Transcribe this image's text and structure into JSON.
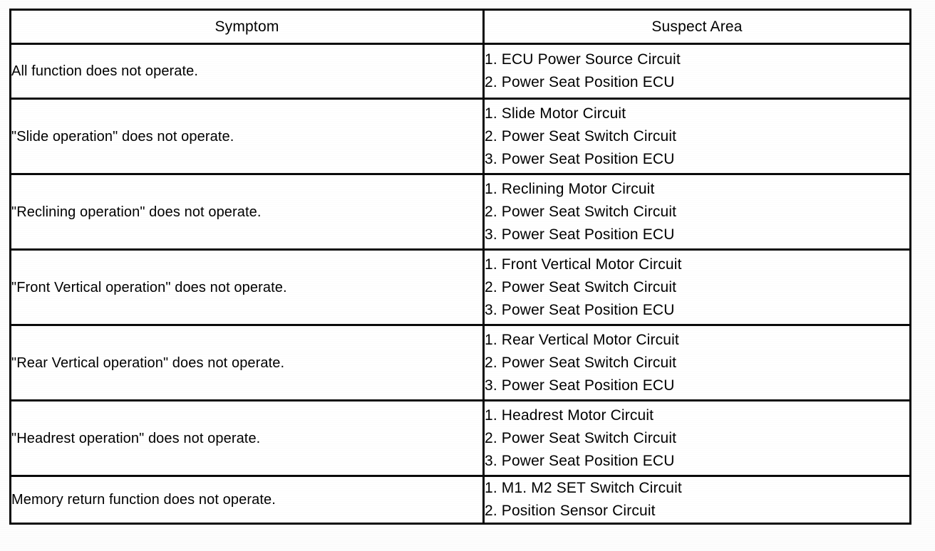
{
  "table": {
    "columns": [
      {
        "key": "symptom",
        "header": "Symptom"
      },
      {
        "key": "suspect",
        "header": "Suspect Area"
      }
    ],
    "rows": [
      {
        "symptom": "All function does not operate.",
        "suspect_area": [
          "1. ECU Power Source Circuit",
          "2. Power Seat Position ECU"
        ]
      },
      {
        "symptom": "\"Slide operation\" does not operate.",
        "suspect_area": [
          "1. Slide Motor Circuit",
          "2. Power Seat Switch Circuit",
          "3. Power Seat Position ECU"
        ]
      },
      {
        "symptom": "\"Reclining operation\" does not operate.",
        "suspect_area": [
          "1. Reclining Motor Circuit",
          "2. Power Seat Switch Circuit",
          "3. Power Seat Position ECU"
        ]
      },
      {
        "symptom": "\"Front Vertical operation\" does not operate.",
        "suspect_area": [
          "1. Front Vertical Motor Circuit",
          "2. Power Seat Switch Circuit",
          "3. Power Seat Position ECU"
        ]
      },
      {
        "symptom": "\"Rear Vertical operation\" does not operate.",
        "suspect_area": [
          "1. Rear Vertical Motor Circuit",
          "2. Power Seat Switch Circuit",
          "3. Power Seat Position ECU"
        ]
      },
      {
        "symptom": "\"Headrest operation\" does not operate.",
        "suspect_area": [
          "1. Headrest Motor Circuit",
          "2. Power Seat Switch Circuit",
          "3. Power Seat Position ECU"
        ]
      },
      {
        "symptom": "Memory return function does not operate.",
        "suspect_area": [
          "1. M1. M2 SET Switch Circuit",
          "2. Position Sensor Circuit"
        ]
      }
    ]
  },
  "colors": {
    "border": "#0a0a0a",
    "text": "#000000",
    "cell_background": "#ffffff",
    "page_background": "#fdfdfd"
  }
}
